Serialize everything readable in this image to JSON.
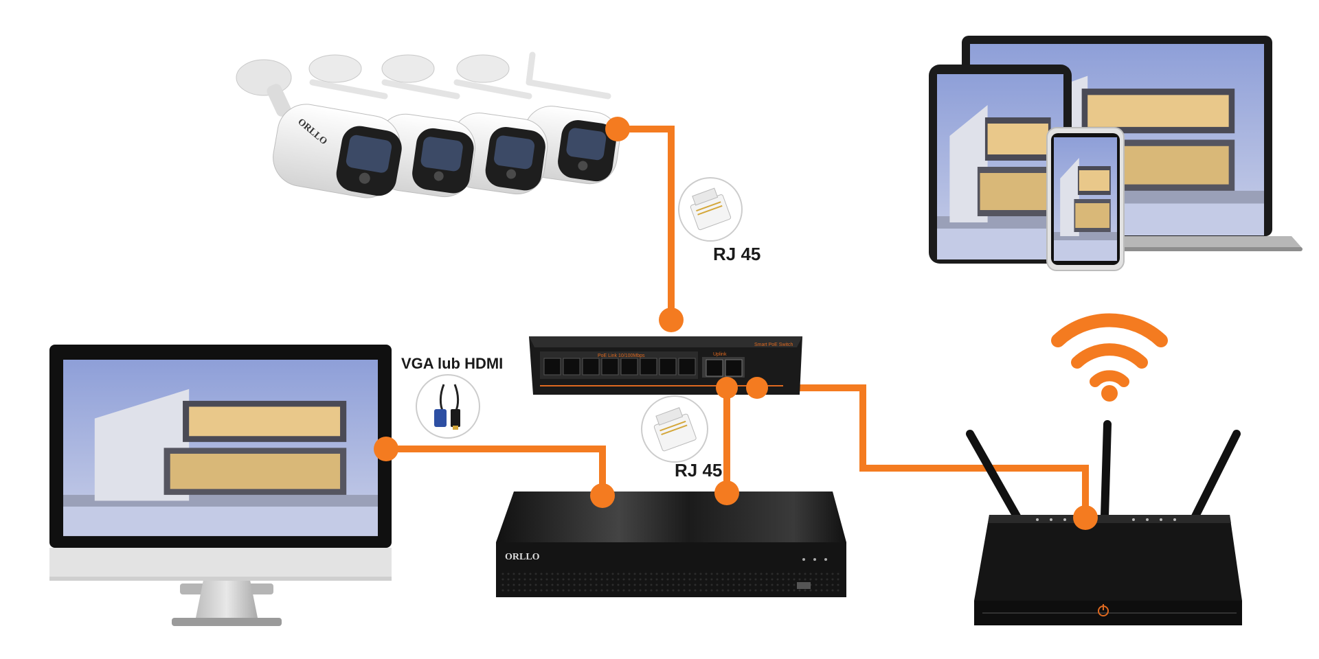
{
  "labels": {
    "rj45_top": "RJ 45",
    "rj45_bottom": "RJ 45",
    "vga_hdmi": "VGA lub HDMI"
  },
  "branding": {
    "camera_logo": "ORLLO",
    "nvr_logo": "ORLLO",
    "switch_text_poe": "PoE Link    10/100Mbps",
    "switch_text_uplink": "Uplink",
    "switch_text_model": "Smart PoE Switch"
  },
  "colors": {
    "cable": "#f47b20",
    "device_dark": "#151515",
    "device_light": "#f2f2f2",
    "screen_sky": "#a7b4e0"
  },
  "icons": {
    "wifi": "wifi-icon",
    "rj45": "rj45-connector-icon",
    "vga_hdmi": "vga-hdmi-cable-icon",
    "power": "power-icon"
  }
}
